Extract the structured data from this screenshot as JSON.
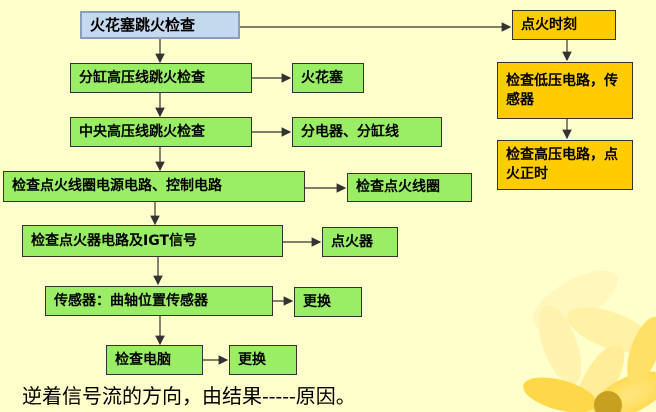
{
  "nodes": {
    "spark_plug_check": "火花塞跳火检查",
    "branch_cable_check": "分缸高压线跳火检查",
    "center_cable_check": "中央高压线跳火检查",
    "coil_power_check": "检查点火线圈电源电路、控制电路",
    "igniter_check": "检查点火器电路及IGT信号",
    "sensor_check": "传感器：曲轴位置传感器",
    "ecu_check": "检查电脑"
  },
  "results": {
    "spark_plug": "火花塞",
    "distributor": "分电器、分缸线",
    "check_coil": "检查点火线圈",
    "igniter": "点火器",
    "replace_1": "更换",
    "replace_2": "更换"
  },
  "right_chain": {
    "timing": "点火时刻",
    "low_voltage": "检查低压电路，传感器",
    "high_voltage": "检查高压电路，点火正时"
  },
  "caption": "逆着信号流的方向，由结果-----原因。",
  "colors": {
    "background": "#ffffcc",
    "main_box": "#99ee66",
    "start_box": "#c4d8ee",
    "side_box": "#ffcc00",
    "connector": "#333333"
  }
}
